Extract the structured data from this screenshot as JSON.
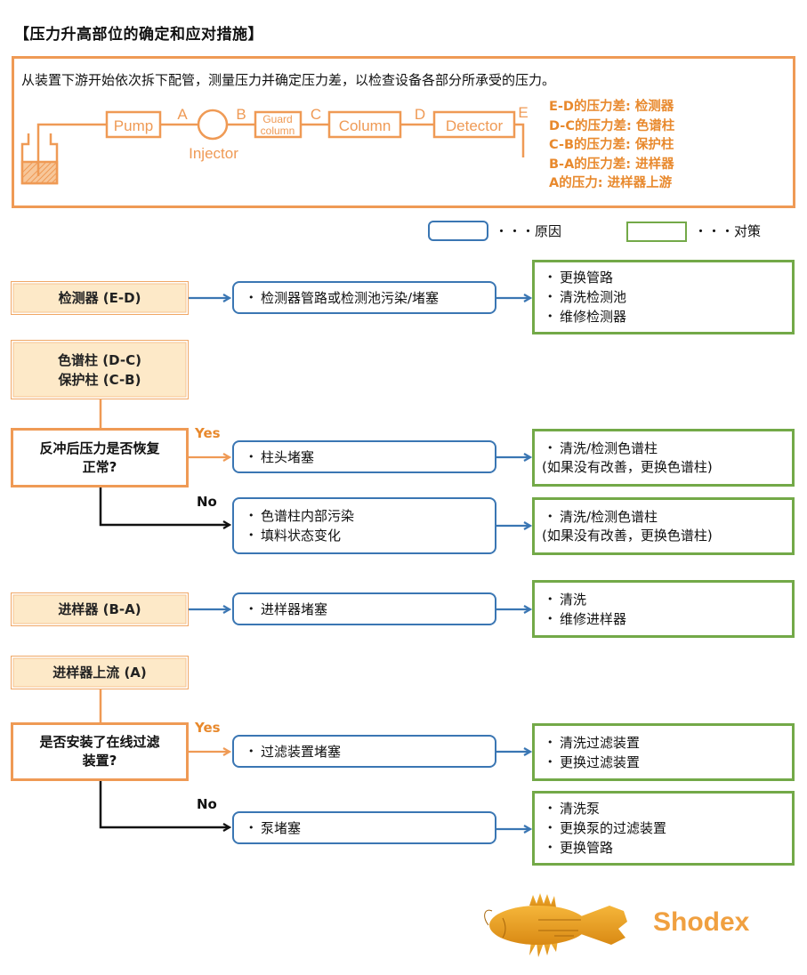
{
  "title": "【压力升高部位的确定和应对措施】",
  "intro": {
    "text": "从装置下游开始依次拆下配管，测量压力并确定压力差，以检查设备各部分所承受的压力。",
    "schematic": {
      "components": [
        "Pump",
        "Injector",
        "Guard column",
        "Column",
        "Detector"
      ],
      "guard_line1": "Guard",
      "guard_line2": "column",
      "points": [
        "A",
        "B",
        "C",
        "D",
        "E"
      ]
    },
    "legend": [
      "E-D的压力差: 检测器",
      "D-C的压力差: 色谱柱",
      "C-B的压力差: 保护柱",
      "B-A的压力差: 进样器",
      "A的压力: 进样器上游"
    ]
  },
  "key": {
    "cause_label": "・・・原因",
    "measure_label": "・・・对策",
    "colors": {
      "cause": "#3a76b3",
      "measure": "#73a948",
      "location": "#ef9a55"
    }
  },
  "sections": {
    "detector": {
      "location": "检测器 (E-D)",
      "cause": [
        "检测器管路或检测池污染/堵塞"
      ],
      "measures": [
        "更换管路",
        "清洗检测池",
        "维修检测器"
      ]
    },
    "column": {
      "location_line1": "色谱柱 (D-C)",
      "location_line2": "保护柱 (C-B)",
      "question_line1": "反冲后压力是否恢复",
      "question_line2": "正常?",
      "yes_label": "Yes",
      "no_label": "No",
      "yes_cause": [
        "柱头堵塞"
      ],
      "yes_measures": [
        "清洗/检测色谱柱"
      ],
      "yes_measures_note": "(如果没有改善，更换色谱柱)",
      "no_cause": [
        "色谱柱内部污染",
        "填料状态变化"
      ],
      "no_measures": [
        "清洗/检测色谱柱"
      ],
      "no_measures_note": "(如果没有改善，更换色谱柱)"
    },
    "injector": {
      "location": "进样器 (B-A)",
      "cause": [
        "进样器堵塞"
      ],
      "measures": [
        "清洗",
        "维修进样器"
      ]
    },
    "upstream": {
      "location": "进样器上流 (A)",
      "question_line1": "是否安装了在线过滤",
      "question_line2": "装置?",
      "yes_label": "Yes",
      "no_label": "No",
      "yes_cause": [
        "过滤装置堵塞"
      ],
      "yes_measures": [
        "清洗过滤装置",
        "更换过滤装置"
      ],
      "no_cause": [
        "泵堵塞"
      ],
      "no_measures": [
        "清洗泵",
        "更换泵的过滤装置",
        "更换管路"
      ]
    }
  },
  "brand": {
    "name": "Shodex",
    "color": "#f0a040"
  }
}
